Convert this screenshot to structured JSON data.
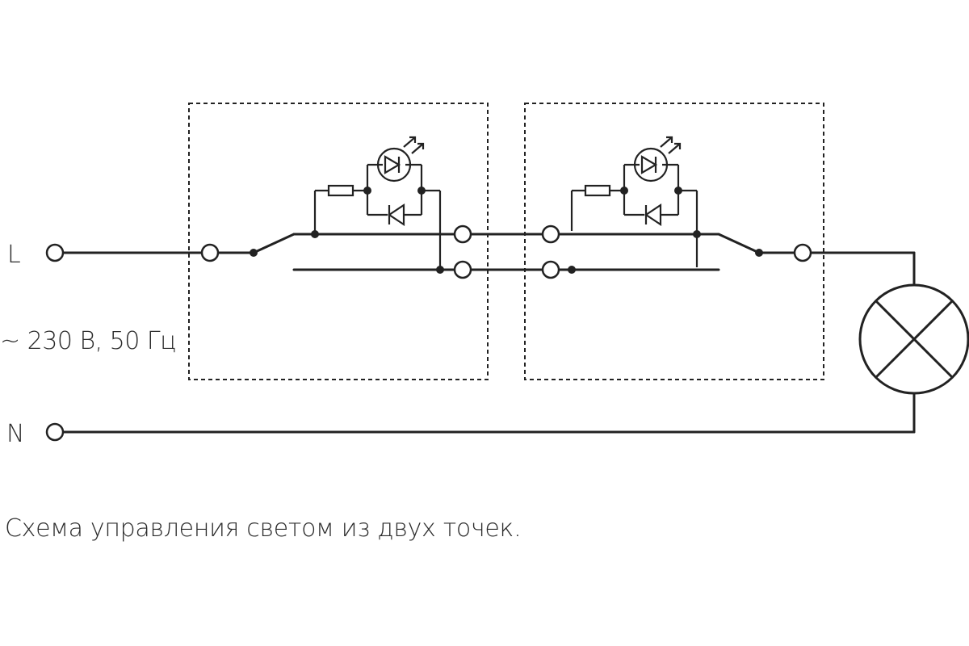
{
  "labels": {
    "phase": "L",
    "neutral": "N",
    "supply": "~ 230 В, 50 Гц"
  },
  "caption": "Схема управления светом из двух точек.",
  "components": {
    "switches": 2,
    "lamp": "lamp-symbol",
    "indicator": "led-indicator-with-resistor-and-diode"
  }
}
